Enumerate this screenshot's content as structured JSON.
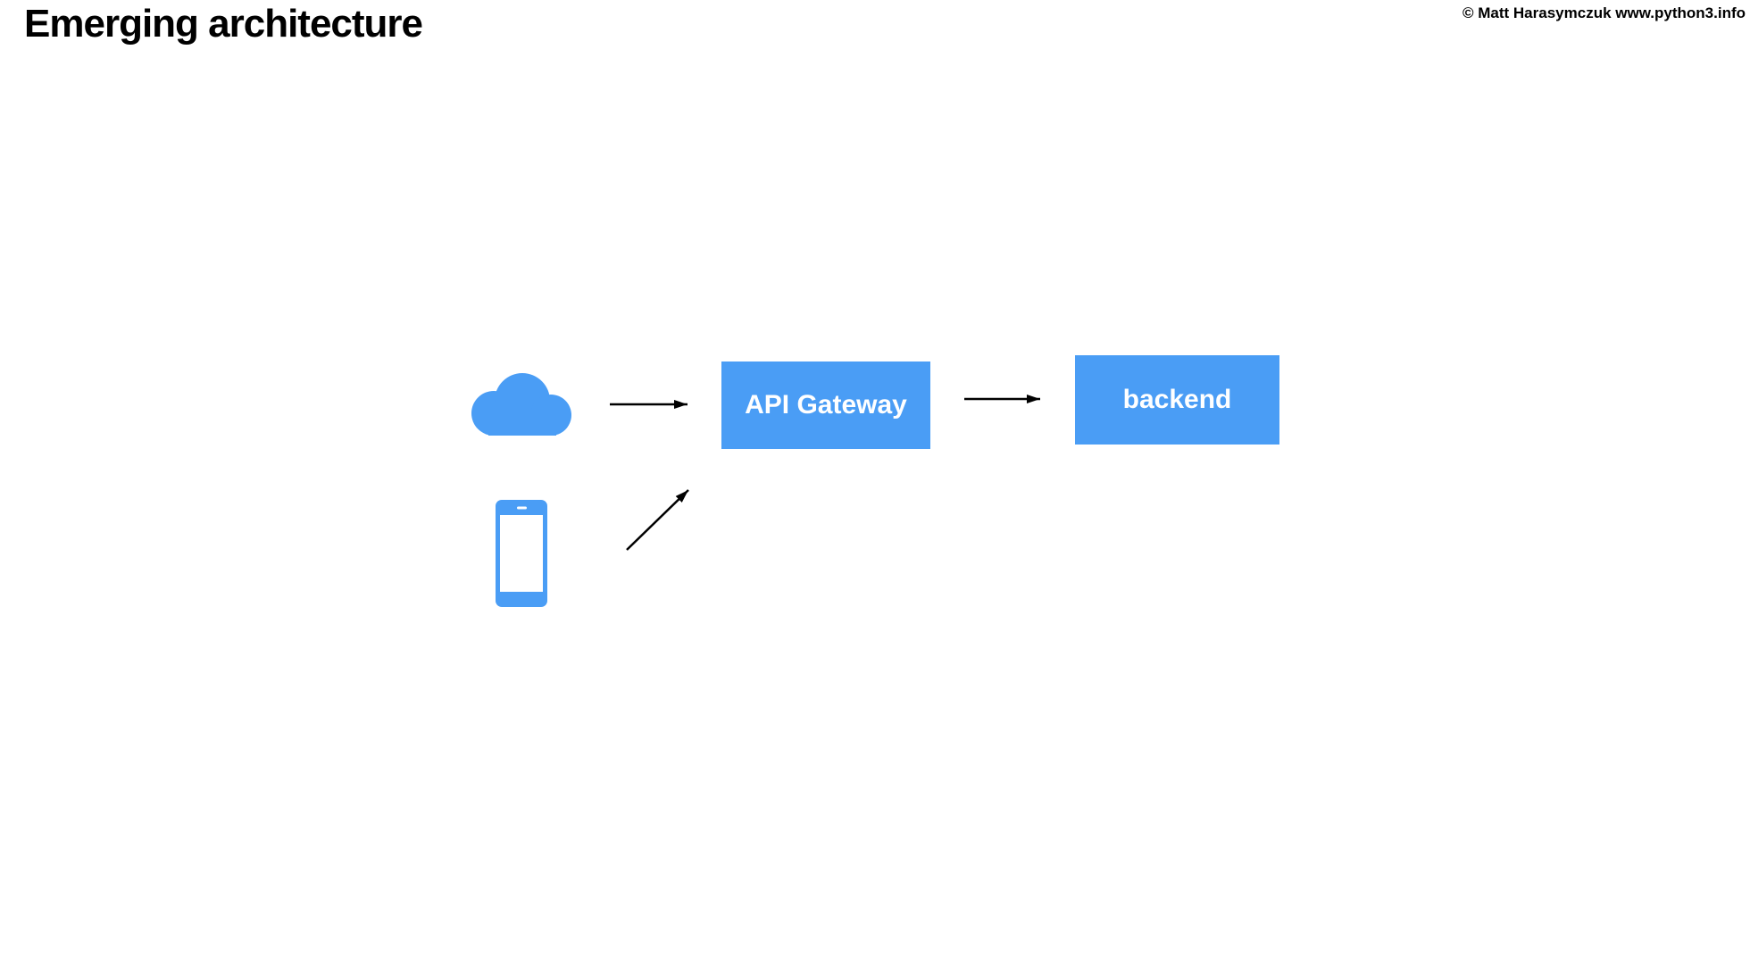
{
  "slide": {
    "title": "Emerging architecture",
    "copyright": "© Matt Harasymczuk www.python3.info"
  },
  "diagram": {
    "nodes": [
      {
        "id": "api-gateway",
        "label": "API Gateway"
      },
      {
        "id": "backend",
        "label": "backend"
      }
    ],
    "icons": [
      {
        "name": "cloud-icon"
      },
      {
        "name": "smartphone-icon"
      }
    ],
    "edges": [
      {
        "from": "cloud-icon",
        "to": "api-gateway"
      },
      {
        "from": "smartphone-icon",
        "to": "api-gateway"
      },
      {
        "from": "api-gateway",
        "to": "backend"
      }
    ],
    "colors": {
      "accent_blue": "#4A9DF5",
      "node_text": "#FFFFFF",
      "arrow": "#000000",
      "background": "#FFFFFF",
      "title_text": "#000000"
    }
  }
}
